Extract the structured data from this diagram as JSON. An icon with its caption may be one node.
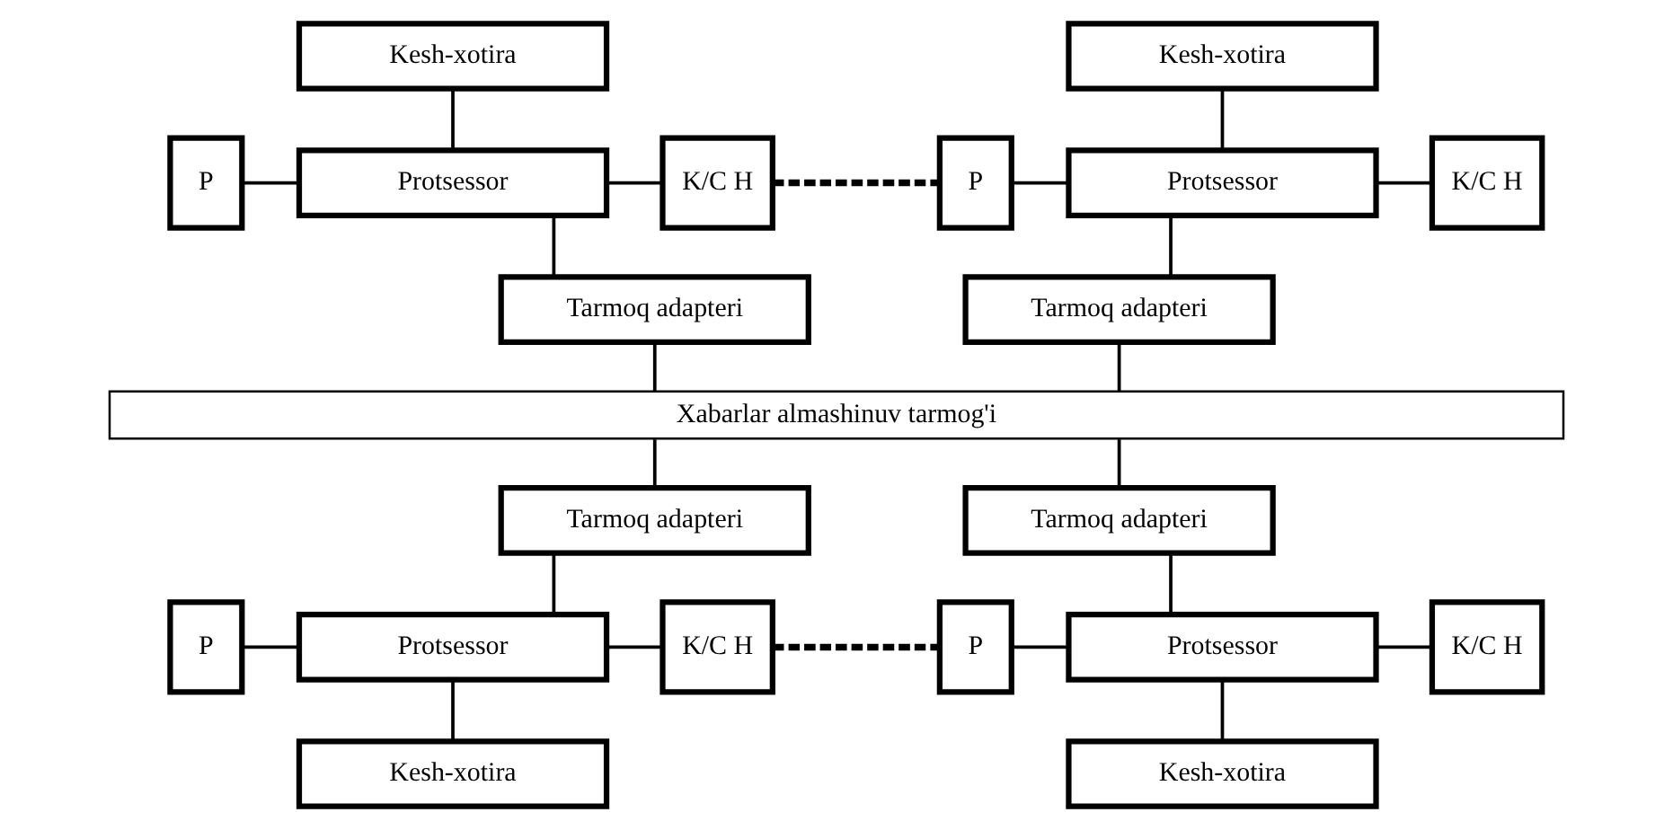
{
  "diagram": {
    "nodes": [
      {
        "text": [
          "Kesh-xotira"
        ]
      },
      {
        "text": [
          "Kesh-xotira"
        ]
      },
      {
        "text": [
          "P"
        ]
      },
      {
        "text": [
          "Protsessor"
        ]
      },
      {
        "text": [
          "K/C H"
        ]
      },
      {
        "text": [
          "P"
        ]
      },
      {
        "text": [
          "Protsessor"
        ]
      },
      {
        "text": [
          "K/C H"
        ]
      },
      {
        "text": [
          "Tarmoq adapteri"
        ]
      },
      {
        "text": [
          "Tarmoq adapteri"
        ]
      },
      {
        "text": [
          "Xabarlar almashinuv tarmog'i"
        ]
      },
      {
        "text": [
          "Tarmoq adapteri"
        ]
      },
      {
        "text": [
          "Tarmoq adapteri"
        ]
      },
      {
        "text": [
          "P"
        ]
      },
      {
        "text": [
          "Protsessor"
        ]
      },
      {
        "text": [
          "K/C H"
        ]
      },
      {
        "text": [
          "P"
        ]
      },
      {
        "text": [
          "Protsessor"
        ]
      },
      {
        "text": [
          "K/C H"
        ]
      },
      {
        "text": [
          "Kesh-xotira"
        ]
      },
      {
        "text": [
          "Kesh-xotira"
        ]
      }
    ],
    "edges": [
      {
        "from": 0,
        "to": 3,
        "arrow": "none"
      },
      {
        "from": 1,
        "to": 6,
        "arrow": "none"
      },
      {
        "from": 2,
        "to": 3,
        "arrow": "none"
      },
      {
        "from": 3,
        "to": 4,
        "arrow": "none"
      },
      {
        "from": 4,
        "to": 5,
        "arrow": "none",
        "style": "dashed"
      },
      {
        "from": 5,
        "to": 6,
        "arrow": "none"
      },
      {
        "from": 6,
        "to": 7,
        "arrow": "none"
      },
      {
        "from": 3,
        "to": 8,
        "arrow": "none"
      },
      {
        "from": 6,
        "to": 9,
        "arrow": "none"
      },
      {
        "from": 8,
        "to": 10,
        "arrow": "none"
      },
      {
        "from": 9,
        "to": 10,
        "arrow": "none"
      },
      {
        "from": 10,
        "to": 11,
        "arrow": "none"
      },
      {
        "from": 10,
        "to": 12,
        "arrow": "none"
      },
      {
        "from": 11,
        "to": 14,
        "arrow": "none"
      },
      {
        "from": 12,
        "to": 17,
        "arrow": "none"
      },
      {
        "from": 13,
        "to": 14,
        "arrow": "none"
      },
      {
        "from": 14,
        "to": 15,
        "arrow": "none"
      },
      {
        "from": 15,
        "to": 16,
        "arrow": "none",
        "style": "dashed"
      },
      {
        "from": 16,
        "to": 17,
        "arrow": "none"
      },
      {
        "from": 17,
        "to": 18,
        "arrow": "none"
      },
      {
        "from": 14,
        "to": 19,
        "arrow": "none"
      },
      {
        "from": 17,
        "to": 20,
        "arrow": "none"
      }
    ]
  }
}
